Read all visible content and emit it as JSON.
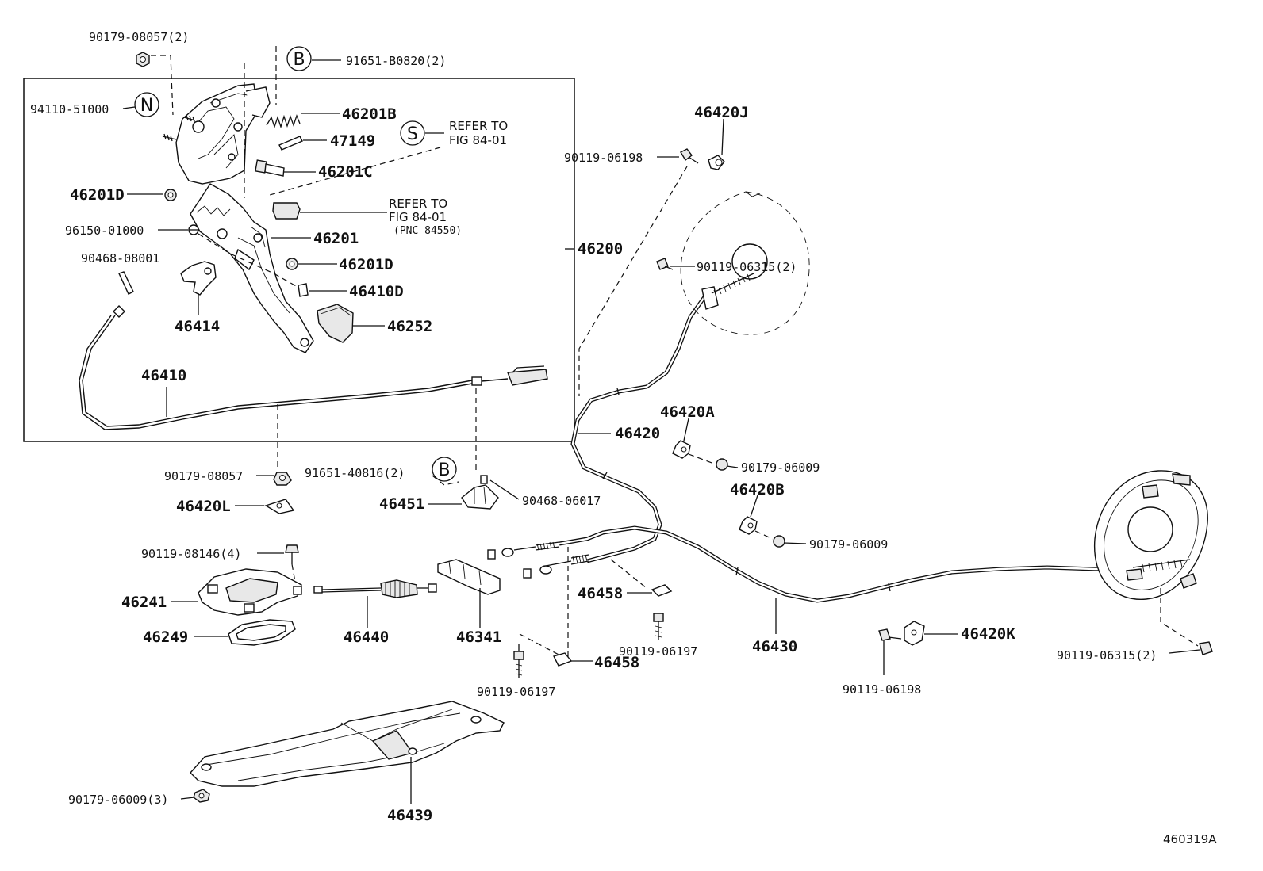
{
  "labels": {
    "p90179_08057_2": "90179-08057(2)",
    "p91651_b0820_2": "91651-B0820(2)",
    "p94110_51000": "94110-51000",
    "p46201b": "46201B",
    "p47149": "47149",
    "p46201c": "46201C",
    "p46201d_a": "46201D",
    "p96150_01000": "96150-01000",
    "p46201": "46201",
    "p90468_08001": "90468-08001",
    "p46201d_b": "46201D",
    "p46410d": "46410D",
    "p46414": "46414",
    "p46252": "46252",
    "p46410": "46410",
    "p46200": "46200",
    "p46420j": "46420J",
    "p90119_06198_a": "90119-06198",
    "p90119_06315_2_a": "90119-06315(2)",
    "p46420": "46420",
    "p46420a": "46420A",
    "p90179_06009_a": "90179-06009",
    "p46420b": "46420B",
    "p90179_06009_b": "90179-06009",
    "p90179_08057": "90179-08057",
    "p46420l": "46420L",
    "p91651_40816_2": "91651-40816(2)",
    "p46451": "46451",
    "p90468_06017": "90468-06017",
    "p90119_08146_4": "90119-08146(4)",
    "p46241": "46241",
    "p46249": "46249",
    "p46440": "46440",
    "p46341": "46341",
    "p46458_a": "46458",
    "p90119_06197_a": "90119-06197",
    "p46458_b": "46458",
    "p90119_06197_b": "90119-06197",
    "p46430": "46430",
    "p46420k": "46420K",
    "p90119_06198_b": "90119-06198",
    "p90119_06315_2_b": "90119-06315(2)",
    "p90179_06009_3": "90179-06009(3)",
    "p46439": "46439",
    "diagram_id": "460319A"
  },
  "callouts": {
    "b_top": "B",
    "b_mid": "B",
    "n": "N",
    "s": "S"
  },
  "refs": {
    "refer_s_1": "REFER TO",
    "refer_s_2": "FIG 84-01",
    "refer_2_1": "REFER TO",
    "refer_2_2": "FIG 84-01",
    "refer_2_3": "(PNC 84550)"
  }
}
